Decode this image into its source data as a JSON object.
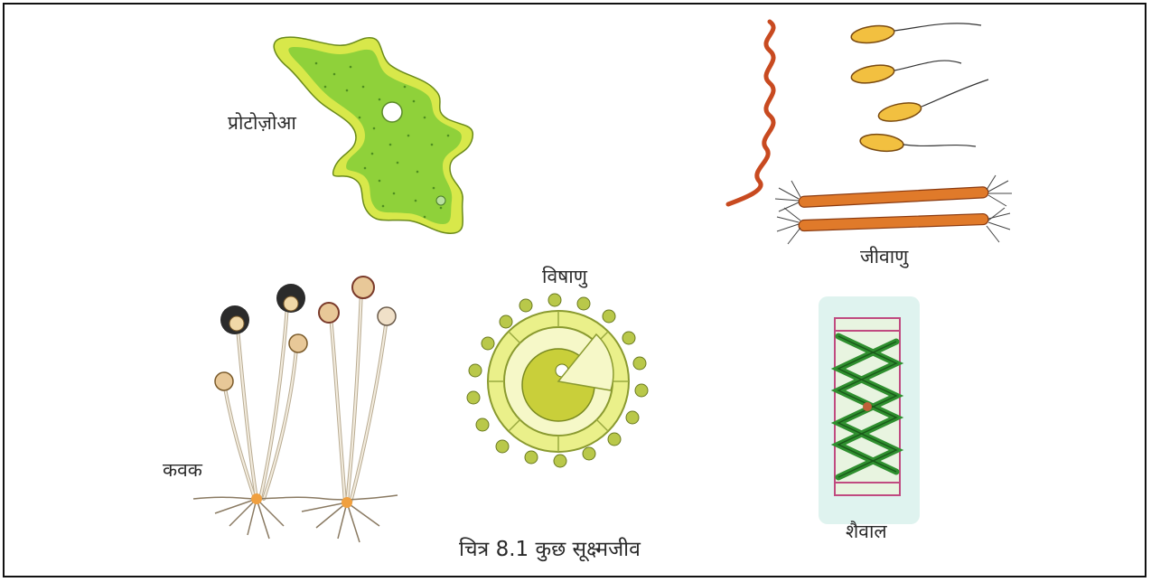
{
  "labels": {
    "protozoa": "प्रोटोज़ोआ",
    "bacteria": "जीवाणु",
    "virus": "विषाणु",
    "fungi": "कवक",
    "algae": "शैवाल"
  },
  "caption": "चित्र 8.1 कुछ सूक्ष्मजीव",
  "colors": {
    "protozoa_fill": "#9ad63a",
    "protozoa_edge": "#d8e84a",
    "bacteria_body": "#e07a2a",
    "virus_fill": "#c9cf5a",
    "algae_green": "#2f8f2f",
    "algae_bg": "#dff3ef",
    "fungi_stalk": "#efe6d6",
    "fungi_spore": "#2b2b2b"
  }
}
